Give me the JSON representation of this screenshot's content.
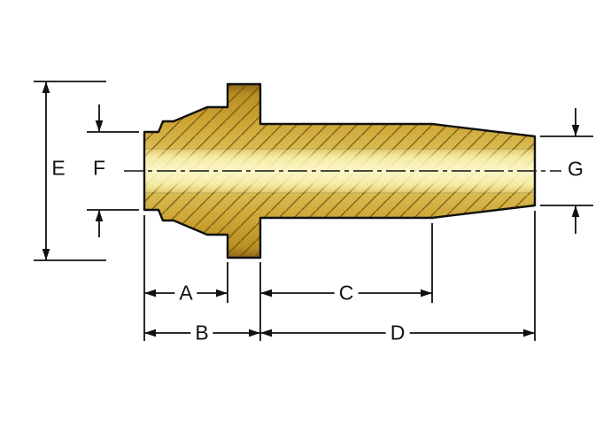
{
  "diagram": {
    "type": "cross-section dimension drawing",
    "labels": {
      "a": "A",
      "b": "B",
      "c": "C",
      "d": "D",
      "e": "E",
      "f": "F",
      "g": "G"
    },
    "colors": {
      "background": "#ffffff",
      "outline": "#111111",
      "centerline": "#111111",
      "dimension_lines": "#111111",
      "brass_dark": "#96711a",
      "brass_mid": "#caa231",
      "brass_light": "#f6eaa8",
      "hatch": "#6e520e"
    }
  }
}
